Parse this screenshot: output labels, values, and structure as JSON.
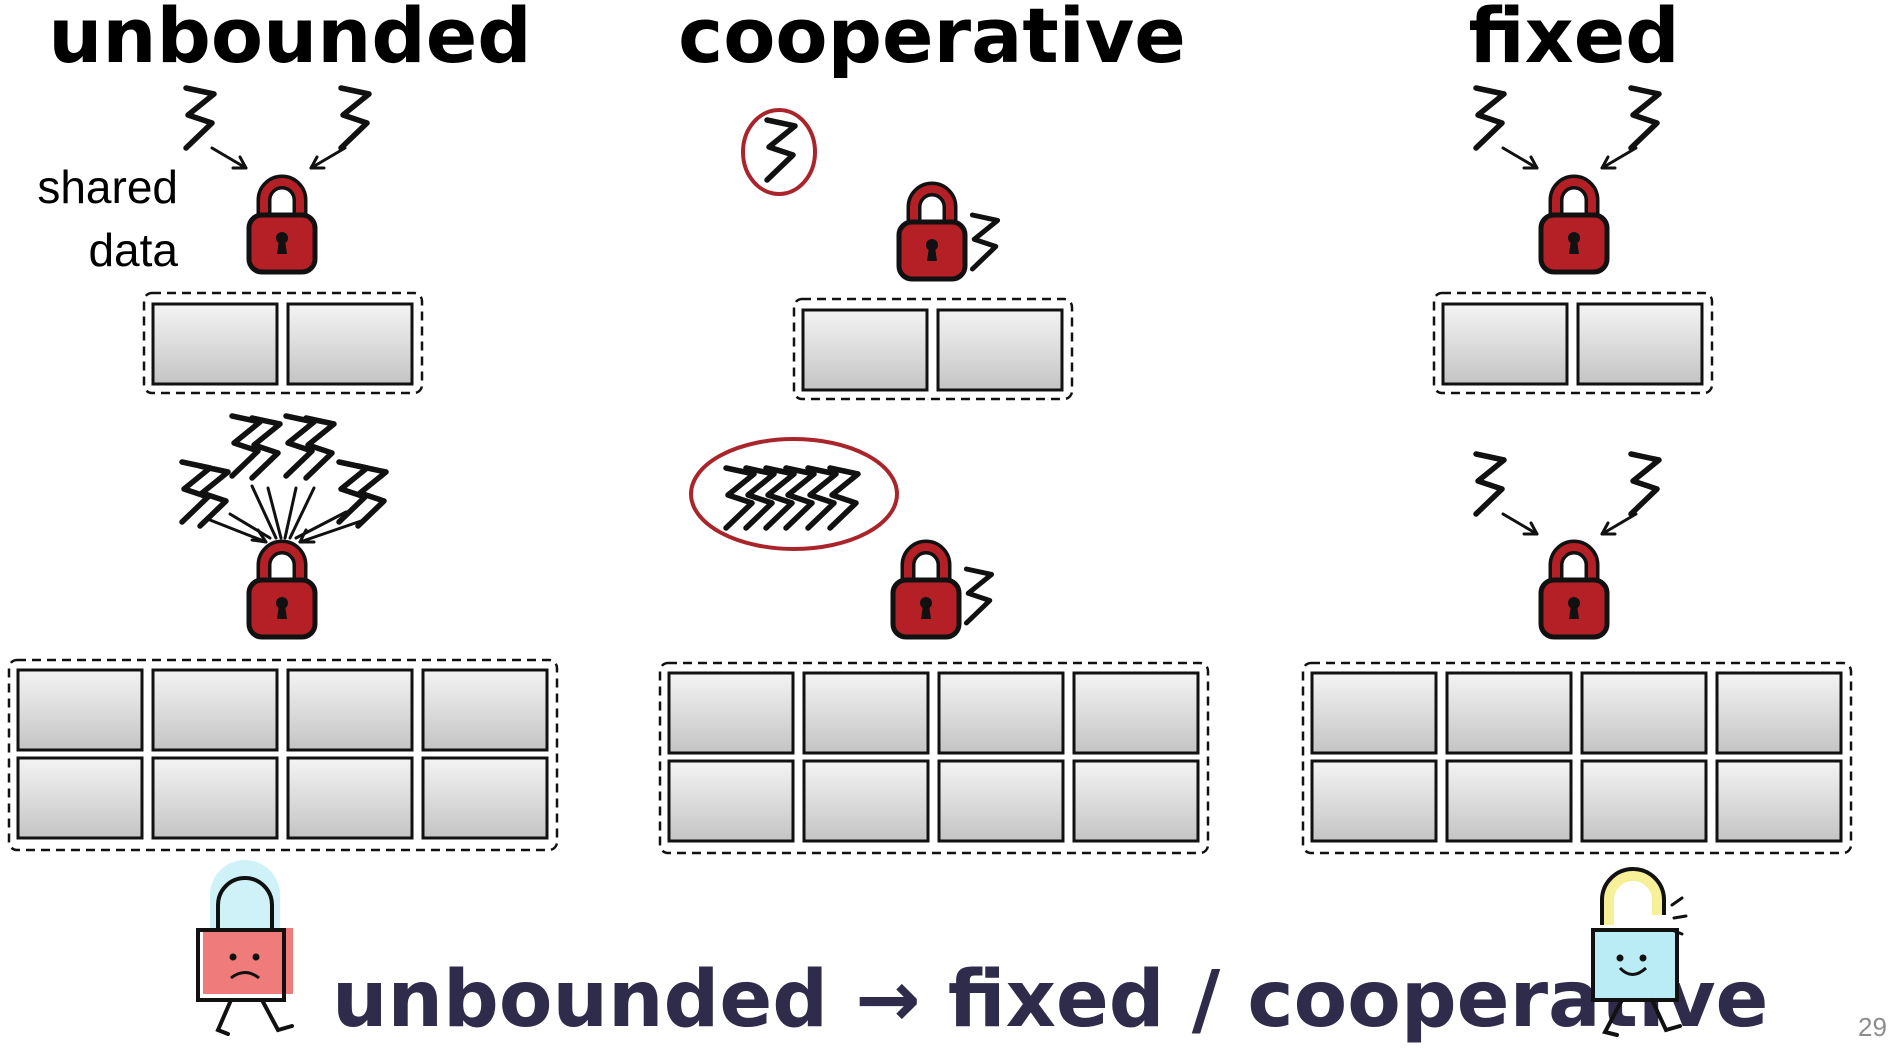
{
  "columns": [
    {
      "title": "unbounded"
    },
    {
      "title": "cooperative"
    },
    {
      "title": "fixed"
    }
  ],
  "shared_data_label": [
    "shared",
    "data"
  ],
  "bottom_line": "unbounded → fixed / cooperative",
  "page_number": "29",
  "colors": {
    "lock_red": "#b52026",
    "circle_red": "#a9252b",
    "bottom_text": "#2e2c4a",
    "sad_lock": "#ef7b7b",
    "happy_lock": "#b9ecf5"
  },
  "icons": [
    "thread-icon",
    "lock-icon",
    "sad-lock-character-icon",
    "happy-lock-character-icon",
    "arrow-icon"
  ]
}
